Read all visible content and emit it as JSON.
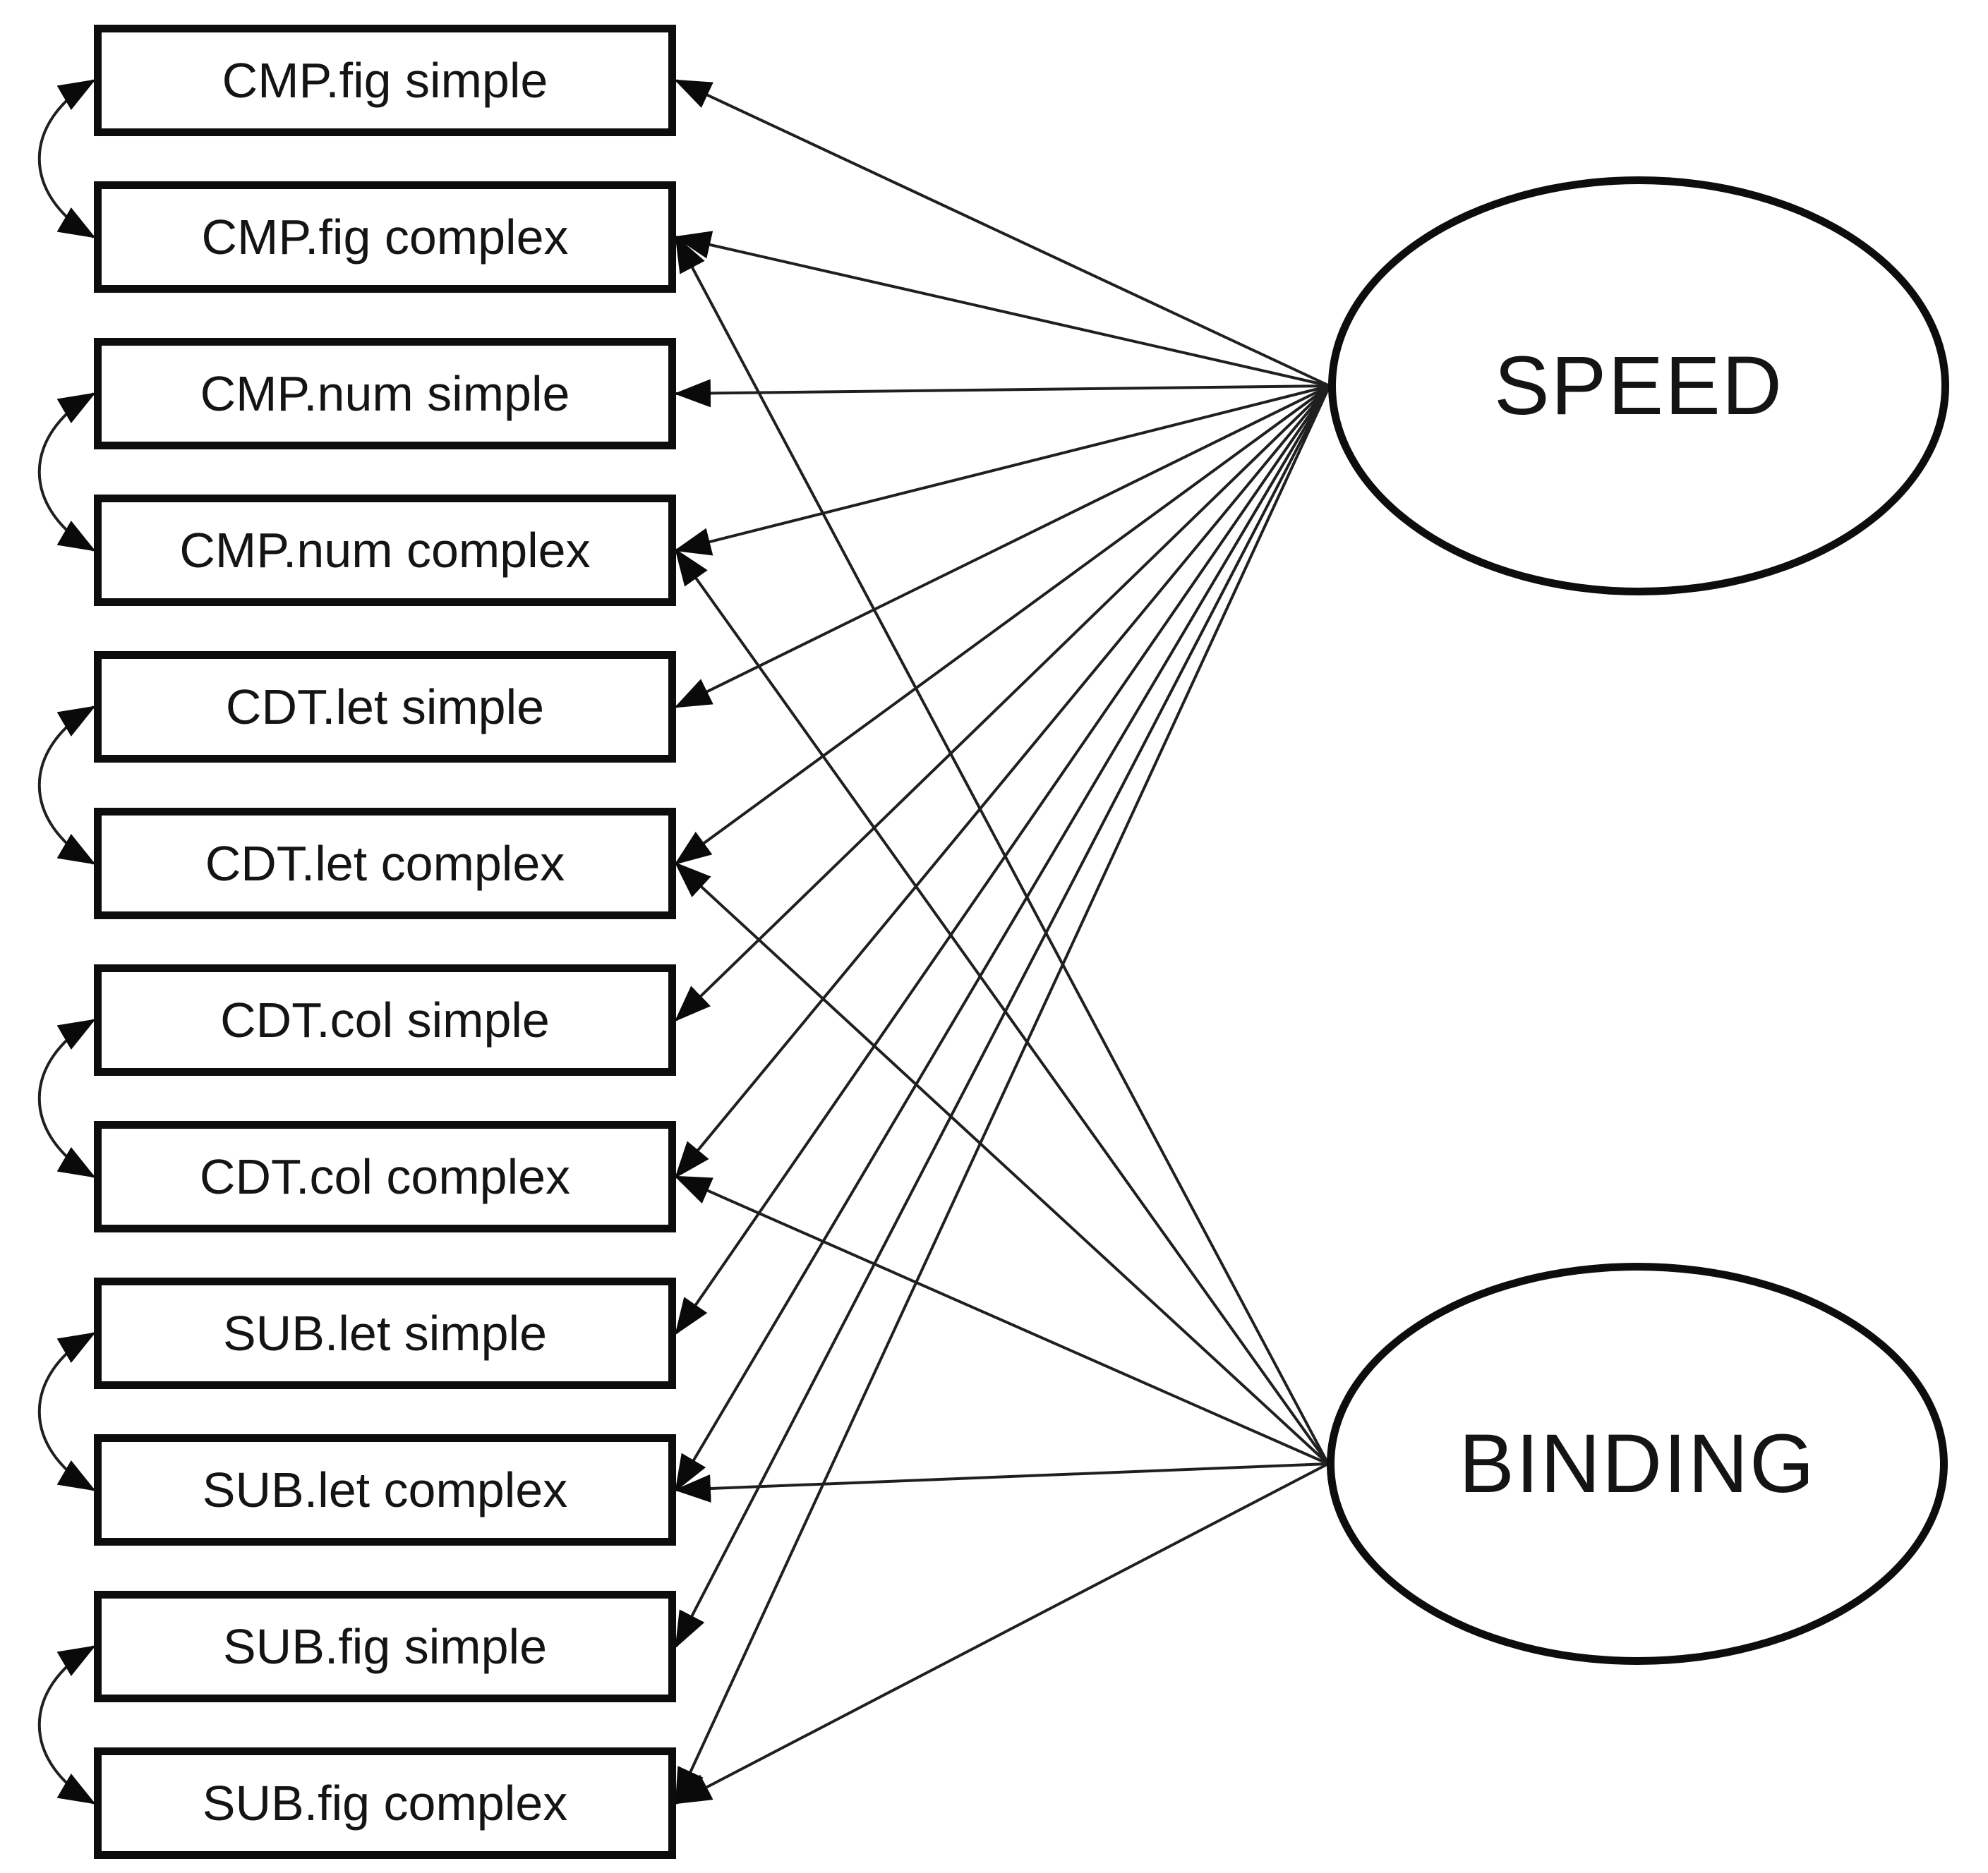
{
  "diagram": {
    "type": "structural-equation-model",
    "observed": [
      {
        "id": "cmp_fig_simple",
        "label": "CMP.fig simple"
      },
      {
        "id": "cmp_fig_complex",
        "label": "CMP.fig complex"
      },
      {
        "id": "cmp_num_simple",
        "label": "CMP.num simple"
      },
      {
        "id": "cmp_num_complex",
        "label": "CMP.num complex"
      },
      {
        "id": "cdt_let_simple",
        "label": "CDT.let simple"
      },
      {
        "id": "cdt_let_complex",
        "label": "CDT.let complex"
      },
      {
        "id": "cdt_col_simple",
        "label": "CDT.col simple"
      },
      {
        "id": "cdt_col_complex",
        "label": "CDT.col complex"
      },
      {
        "id": "sub_let_simple",
        "label": "SUB.let simple"
      },
      {
        "id": "sub_let_complex",
        "label": "SUB.let complex"
      },
      {
        "id": "sub_fig_simple",
        "label": "SUB.fig simple"
      },
      {
        "id": "sub_fig_complex",
        "label": "SUB.fig complex"
      }
    ],
    "latent": [
      {
        "id": "speed",
        "label": "SPEED"
      },
      {
        "id": "binding",
        "label": "BINDING"
      }
    ],
    "loadings": [
      {
        "from": "speed",
        "to": "cmp_fig_simple"
      },
      {
        "from": "speed",
        "to": "cmp_fig_complex"
      },
      {
        "from": "speed",
        "to": "cmp_num_simple"
      },
      {
        "from": "speed",
        "to": "cmp_num_complex"
      },
      {
        "from": "speed",
        "to": "cdt_let_simple"
      },
      {
        "from": "speed",
        "to": "cdt_let_complex"
      },
      {
        "from": "speed",
        "to": "cdt_col_simple"
      },
      {
        "from": "speed",
        "to": "cdt_col_complex"
      },
      {
        "from": "speed",
        "to": "sub_let_simple"
      },
      {
        "from": "speed",
        "to": "sub_let_complex"
      },
      {
        "from": "speed",
        "to": "sub_fig_simple"
      },
      {
        "from": "speed",
        "to": "sub_fig_complex"
      },
      {
        "from": "binding",
        "to": "cmp_fig_complex"
      },
      {
        "from": "binding",
        "to": "cmp_num_complex"
      },
      {
        "from": "binding",
        "to": "cdt_let_complex"
      },
      {
        "from": "binding",
        "to": "cdt_col_complex"
      },
      {
        "from": "binding",
        "to": "sub_let_complex"
      },
      {
        "from": "binding",
        "to": "sub_fig_complex"
      }
    ],
    "residual_correlations": [
      [
        "cmp_fig_simple",
        "cmp_fig_complex"
      ],
      [
        "cmp_num_simple",
        "cmp_num_complex"
      ],
      [
        "cdt_let_simple",
        "cdt_let_complex"
      ],
      [
        "cdt_col_simple",
        "cdt_col_complex"
      ],
      [
        "sub_let_simple",
        "sub_let_complex"
      ],
      [
        "sub_fig_simple",
        "sub_fig_complex"
      ]
    ],
    "colors": {
      "stroke": "#1f1f1f",
      "node_border": "#0d0d0d",
      "background": "#ffffff",
      "arrowhead": "#0a0a0a"
    }
  }
}
